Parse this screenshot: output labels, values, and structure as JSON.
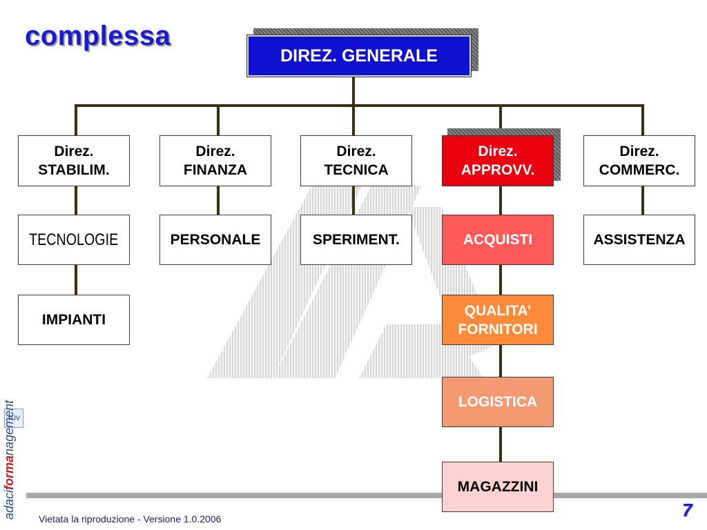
{
  "title": "complessa",
  "top_node": {
    "label": "DIREZ. GENERALE"
  },
  "departments": [
    {
      "line1": "Direz.",
      "line2": "STABILIM."
    },
    {
      "line1": "Direz.",
      "line2": "FINANZA"
    },
    {
      "line1": "Direz.",
      "line2": "TECNICA"
    },
    {
      "line1": "Direz.",
      "line2": "APPROVV."
    },
    {
      "line1": "Direz.",
      "line2": "COMMERC."
    }
  ],
  "sub_units": {
    "tecnologie": "TECNOLOGIE",
    "personale": "PERSONALE",
    "speriment": "SPERIMENT.",
    "acquisti": "ACQUISTI",
    "assistenza": "ASSISTENZA",
    "impianti": "IMPIANTI",
    "qualita_line1": "QUALITA’",
    "qualita_line2": "FORNITORI",
    "logistica": "LOGISTICA",
    "magazzini": "MAGAZZINI"
  },
  "colors": {
    "title": "#1a1ad0",
    "top_node": "#1010d0",
    "approvv": "#e8000e",
    "acquisti": "#ff5a5a",
    "qualita": "#ff8a3a",
    "logistica": "#f49a72",
    "magazzini": "#ffd2d2",
    "connector": "#3a3010"
  },
  "footer": {
    "text": "Vietata la riproduzione  - Versione 1.0.2006",
    "page_number": "7",
    "logo_text_a": "adaci",
    "logo_text_b": "forma",
    "logo_text_c": "nagement",
    "badge": "TÜV"
  }
}
